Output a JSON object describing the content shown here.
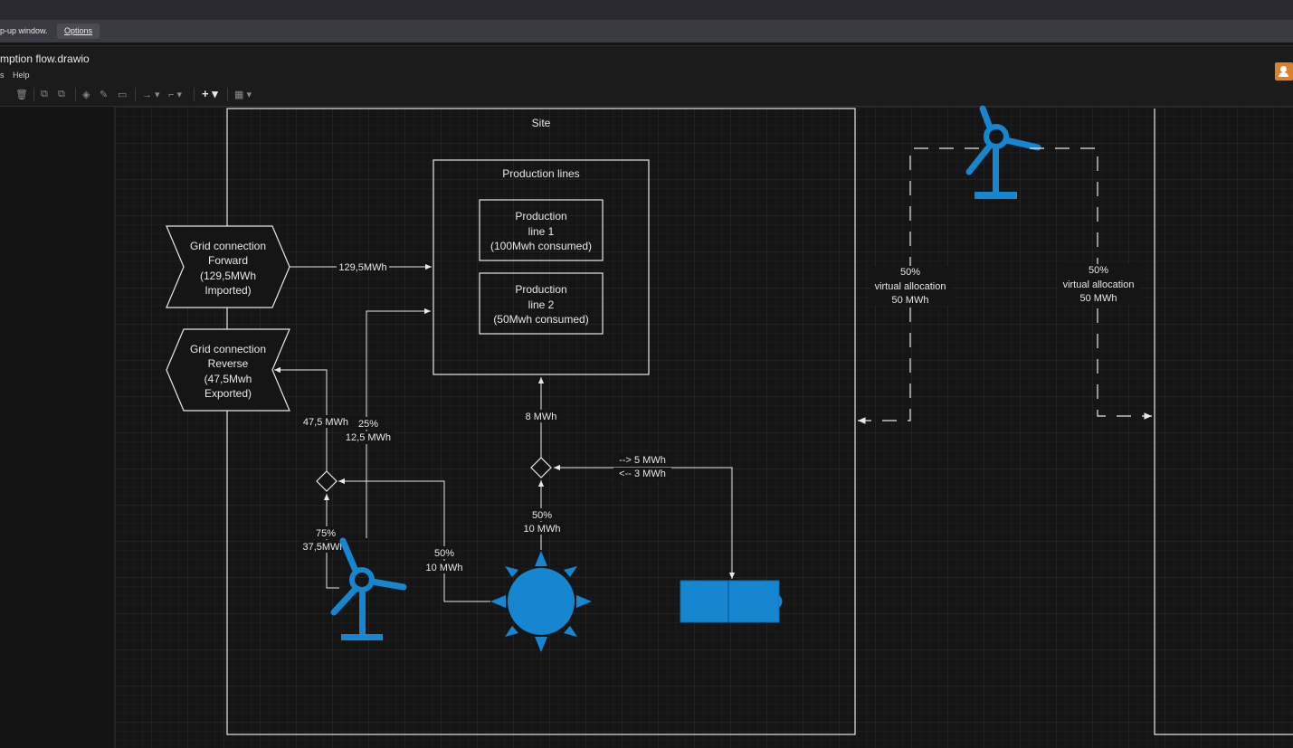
{
  "app": {
    "notice_text": "p-up window.",
    "notice_button": "Options",
    "doc_title": "mption flow.drawio",
    "menu": [
      "s",
      "Help"
    ],
    "toolbar": {
      "add": "+ ▾"
    }
  },
  "diagram": {
    "site_title": "Site",
    "production_lines_title": "Production lines",
    "line1": [
      "Production",
      "line 1",
      "(100Mwh consumed)"
    ],
    "line2": [
      "Production",
      "line 2",
      "(50Mwh consumed)"
    ],
    "grid_forward": [
      "Grid connection",
      "Forward",
      "(129,5MWh",
      "Imported)"
    ],
    "grid_reverse": [
      "Grid connection",
      "Reverse",
      "(47,5Mwh",
      "Exported)"
    ],
    "edge_labels": {
      "import_flow": "129,5MWh",
      "export_flow": "47,5 MWh",
      "wind_to_lines": [
        "25%",
        "12,5 MWh"
      ],
      "wind_to_hub": [
        "75%",
        "37,5MWh"
      ],
      "solar_to_wind_hub": [
        "50%",
        "10 MWh"
      ],
      "solar_to_hub": [
        "50%",
        "10 MWh"
      ],
      "hub_to_lines": "8 MWh",
      "battery_flow": [
        "--> 5 MWh",
        "<-- 3 MWh"
      ],
      "virtual_left": [
        "50%",
        "virtual allocation",
        "50 MWh"
      ],
      "virtual_right": [
        "50%",
        "virtual allocation",
        "50 MWh"
      ]
    },
    "colors": {
      "accent": "#1686d0",
      "line": "#e8e8e8",
      "background": "#151515"
    },
    "icons": [
      "wind-turbine-icon",
      "sun-icon",
      "battery-icon"
    ]
  }
}
